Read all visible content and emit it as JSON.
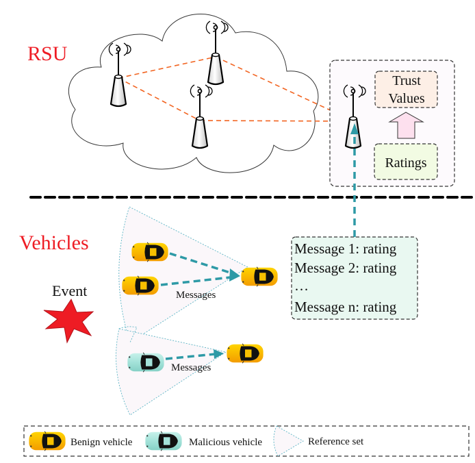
{
  "sections": {
    "rsu_label": "RSU",
    "vehicles_label": "Vehicles",
    "event_label": "Event"
  },
  "rsu_panel": {
    "trust_values_line1": "Trust",
    "trust_values_line2": "Values",
    "ratings": "Ratings"
  },
  "message_box": {
    "lines": [
      "Message 1: rating",
      "Message 2: rating",
      "…",
      "Message n: rating"
    ]
  },
  "arrows": {
    "messages_upper": "Messages",
    "messages_lower": "Messages"
  },
  "legend": {
    "benign": "Benign vehicle",
    "malicious": "Malicious vehicle",
    "reference_set": "Reference set"
  },
  "colors": {
    "section_label": "#ee1c24",
    "rsu_link": "#f26522",
    "message_arrow": "#2e9aa6",
    "benign_car": "#f7b500",
    "malicious_car": "#a9e4dc",
    "trust_fill": "#fdefe6",
    "ratings_fill": "#f2fbe3",
    "message_box_fill": "#e9f8f1",
    "upward_arrow_fill": "#fde0ee",
    "event_star": "#ee1c24"
  }
}
